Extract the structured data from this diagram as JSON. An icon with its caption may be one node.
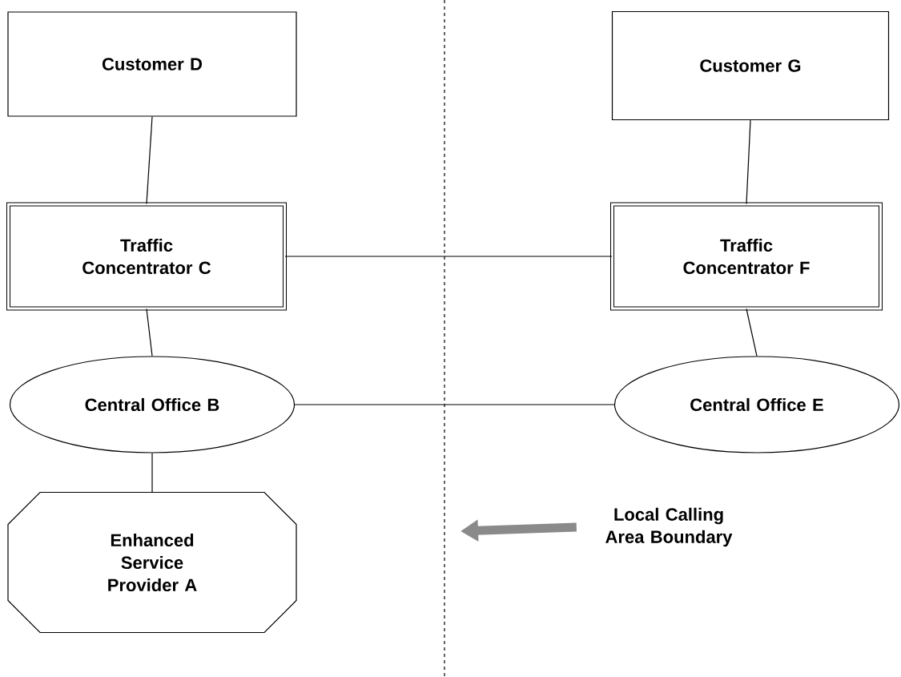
{
  "diagram": {
    "nodes": [
      {
        "text": [
          "Customer D"
        ]
      },
      {
        "text": [
          "Customer G"
        ]
      },
      {
        "text": [
          "Traffic Concentrator C"
        ]
      },
      {
        "text": [
          "Traffic Concentrator F"
        ]
      },
      {
        "text": [
          "Central Office B"
        ]
      },
      {
        "text": [
          "Central Office E"
        ]
      },
      {
        "text": [
          "Enhanced Service Provider A"
        ]
      },
      {
        "text": [
          "Local Calling Area Boundary"
        ]
      }
    ],
    "edges": [
      {
        "from": 0,
        "to": 2,
        "arrow": "none"
      },
      {
        "from": 2,
        "to": 4,
        "arrow": "none"
      },
      {
        "from": 4,
        "to": 6,
        "arrow": "none"
      },
      {
        "from": 1,
        "to": 3,
        "arrow": "none"
      },
      {
        "from": 3,
        "to": 5,
        "arrow": "none"
      },
      {
        "from": 2,
        "to": 3,
        "arrow": "none"
      },
      {
        "from": 4,
        "to": 5,
        "arrow": "none"
      },
      {
        "from": 7,
        "to": null,
        "arrow": "to",
        "style": "thick",
        "color": "#8a8a8a"
      }
    ]
  }
}
